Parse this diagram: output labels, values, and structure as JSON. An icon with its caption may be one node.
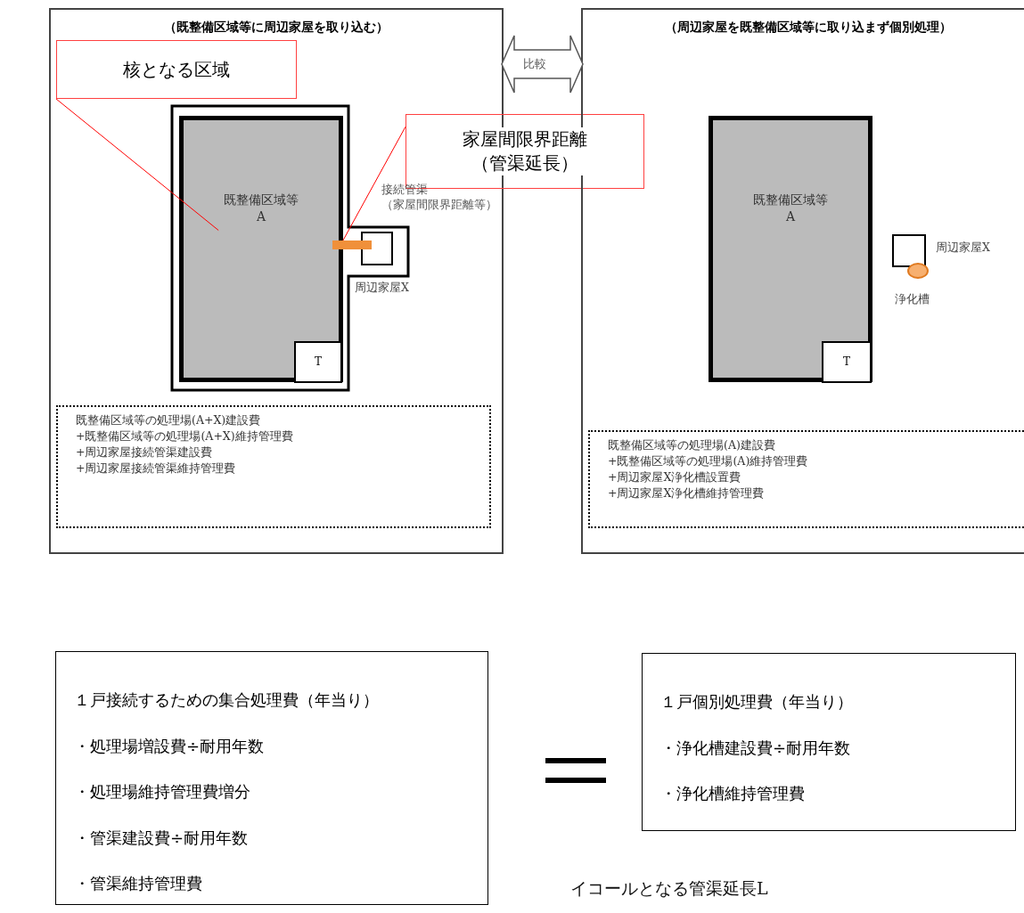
{
  "diagram": {
    "nodes": [
      {
        "text": [
          "（既整備区域等に周辺家屋を取り込む）"
        ]
      },
      {
        "text": [
          "核となる区域"
        ],
        "in": 0
      },
      {
        "text": [],
        "shape": "box",
        "in": 0
      },
      {
        "text": [
          "既整備区域等 A"
        ],
        "in": 2
      },
      {
        "text": [
          "T"
        ],
        "in": 3
      },
      {
        "text": [],
        "shape": "box",
        "in": 2,
        "beside": [
          "周辺家屋X"
        ]
      },
      {
        "text": [],
        "shape": "bar",
        "in": 2
      },
      {
        "text": [
          "家屋間限界距離（管渠延長）"
        ]
      },
      {
        "text": [
          "既整備区域等の処理場(A+X)建設費",
          "+既整備区域等の処理場(A+X)維持管理費",
          "+周辺家屋接続管渠建設費",
          "+周辺家屋接続管渠維持管理費"
        ],
        "in": 0
      },
      {
        "text": [
          "（周辺家屋を既整備区域等に取り込まず個別処理）"
        ]
      },
      {
        "text": [
          "既整備区域等 A"
        ],
        "in": 9
      },
      {
        "text": [
          "T"
        ],
        "in": 10
      },
      {
        "text": [],
        "shape": "box",
        "in": 9,
        "beside": [
          "周辺家屋X"
        ]
      },
      {
        "text": [],
        "shape": "circle",
        "in": 9,
        "beside": [
          "浄化槽"
        ]
      },
      {
        "text": [
          "既整備区域等の処理場(A)建設費",
          "+既整備区域等の処理場(A)維持管理費",
          "+周辺家屋X浄化槽設置費",
          "+周辺家屋X浄化槽維持管理費"
        ],
        "in": 9
      },
      {
        "text": [
          "１戸接続するための集合処理費（年当り）",
          "・処理場増設費÷耐用年数",
          "・処理場維持管理費増分",
          "・管渠建設費÷耐用年数",
          "・管渠維持管理費"
        ]
      },
      {
        "text": [
          "１戸個別処理費（年当り）",
          "・浄化槽建設費÷耐用年数",
          "・浄化槽維持管理費"
        ]
      }
    ],
    "edges": [
      {
        "from": 1,
        "to": 3,
        "arrow": "none",
        "color": "#ff0000"
      },
      {
        "from": 7,
        "to": 6,
        "arrow": "none",
        "color": "#ff0000"
      },
      {
        "from": 0,
        "to": 9,
        "arrow": "both",
        "label": "比較"
      }
    ],
    "labels": [
      "接続管渠（家屋間限界距離等）",
      "イコールとなる管渠延長L"
    ]
  }
}
